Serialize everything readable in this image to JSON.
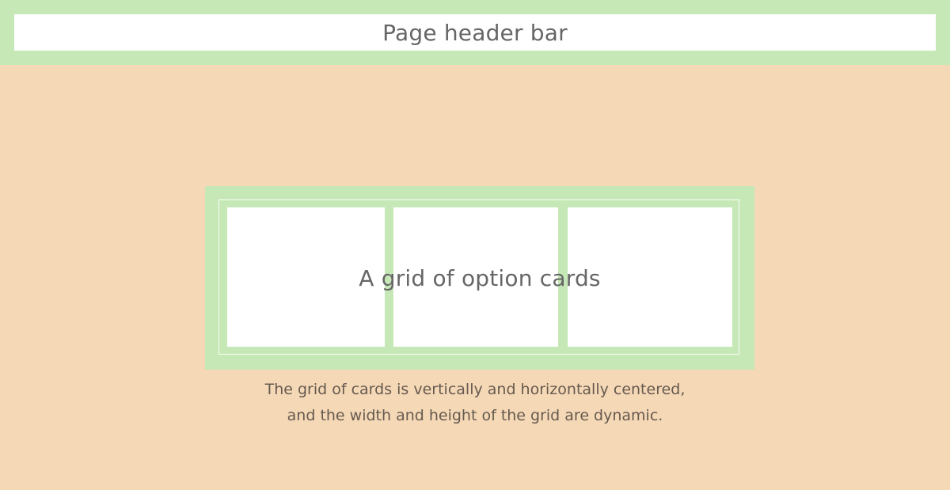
{
  "header": {
    "title": "Page header bar"
  },
  "grid": {
    "label": "A grid of option cards",
    "cards": [
      {
        "id": 1
      },
      {
        "id": 2
      },
      {
        "id": 3
      }
    ]
  },
  "caption": {
    "line1": "The grid of cards is vertically and horizontally centered,",
    "line2": "and the width and height of the grid are dynamic."
  },
  "colors": {
    "background": "#f5d8b6",
    "accent_green": "#c5e8b6",
    "card": "#ffffff",
    "label_text": "#666666",
    "caption_text": "#665a4f"
  }
}
